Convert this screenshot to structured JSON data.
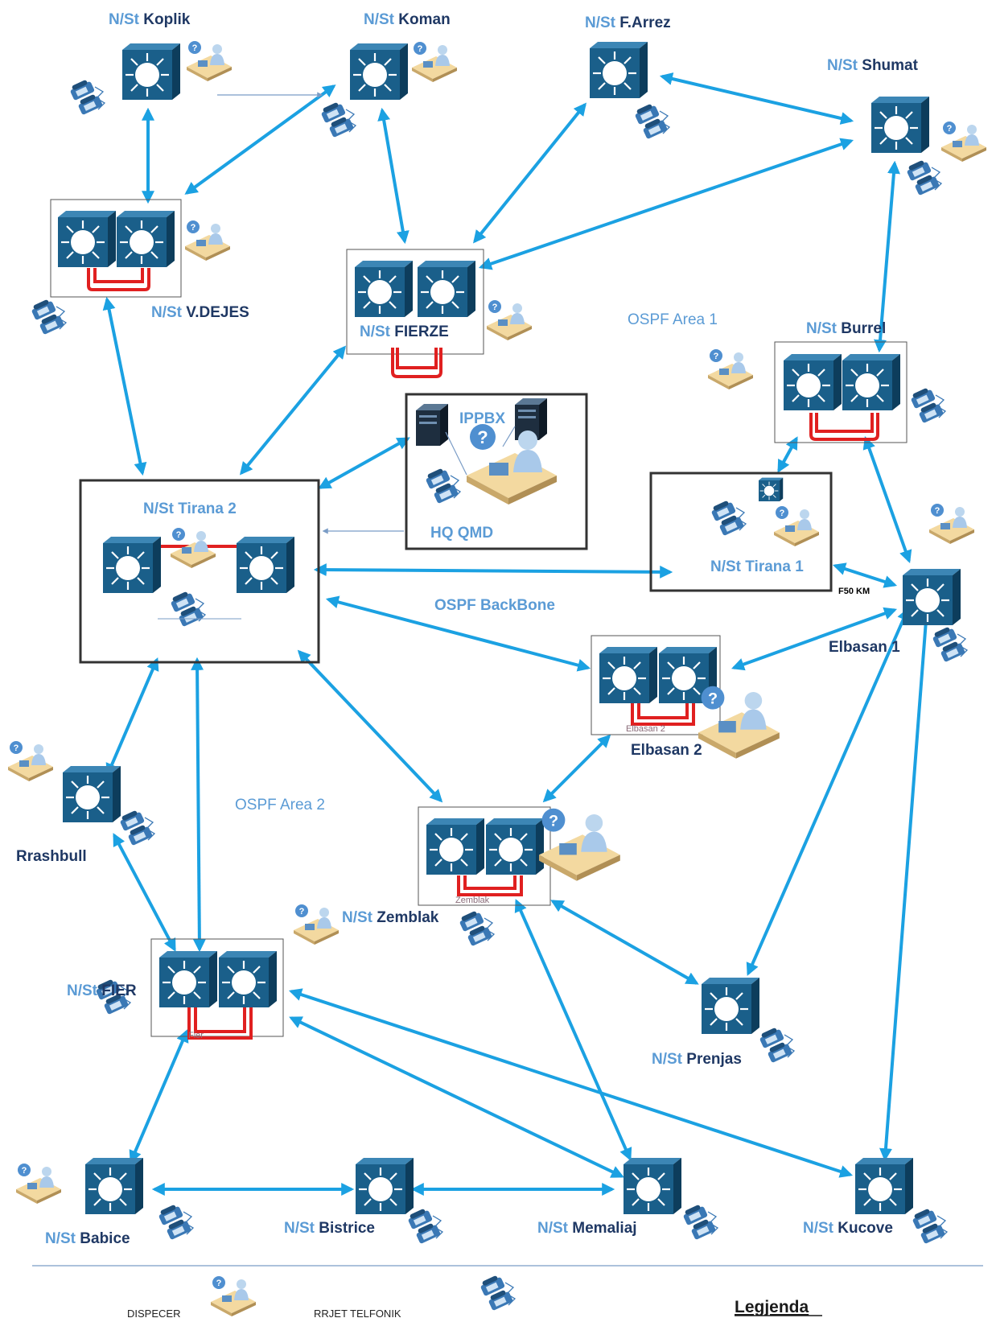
{
  "prefix": "N/St",
  "nodes": {
    "koplik": "Koplik",
    "koman": "Koman",
    "farrez": "F.Arrez",
    "shumat": "Shumat",
    "vdejes": "V.DEJES",
    "fierze": "FIERZE",
    "burrel": "Burrel",
    "tirana2": "Tirana 2",
    "tirana1": "Tirana 1",
    "elbasan1": "Elbasan 1",
    "elbasan2": "Elbasan 2",
    "zemblak": "Zemblak",
    "rrashbull": "Rrashbull",
    "fier": "FIER",
    "prenjas": "Prenjas",
    "babice": "Babice",
    "bistrice": "Bistrice",
    "memaliaj": "Memaliaj",
    "kucove": "Kucove"
  },
  "hq": {
    "ippbx": "IPPBX",
    "qmd": "HQ QMD"
  },
  "areas": {
    "area1": "OSPF Area 1",
    "area2": "OSPF Area 2",
    "backbone": "OSPF BackBone"
  },
  "small_labels": {
    "f50": "F50 KM",
    "elbasan2_inner": "Elbasan 2",
    "zemblak_inner": "Zemblak",
    "fier_inner": "Fier"
  },
  "legend": {
    "title": "Legjenda",
    "dispecer": "DISPECER",
    "rrjet": "RRJET TELFONIK"
  },
  "colors": {
    "link": "#1ba1e2",
    "switch": "#1a5f8a",
    "stack_bond": "#e02020",
    "prefix_text": "#5b9bd5",
    "name_text": "#1f3864"
  }
}
